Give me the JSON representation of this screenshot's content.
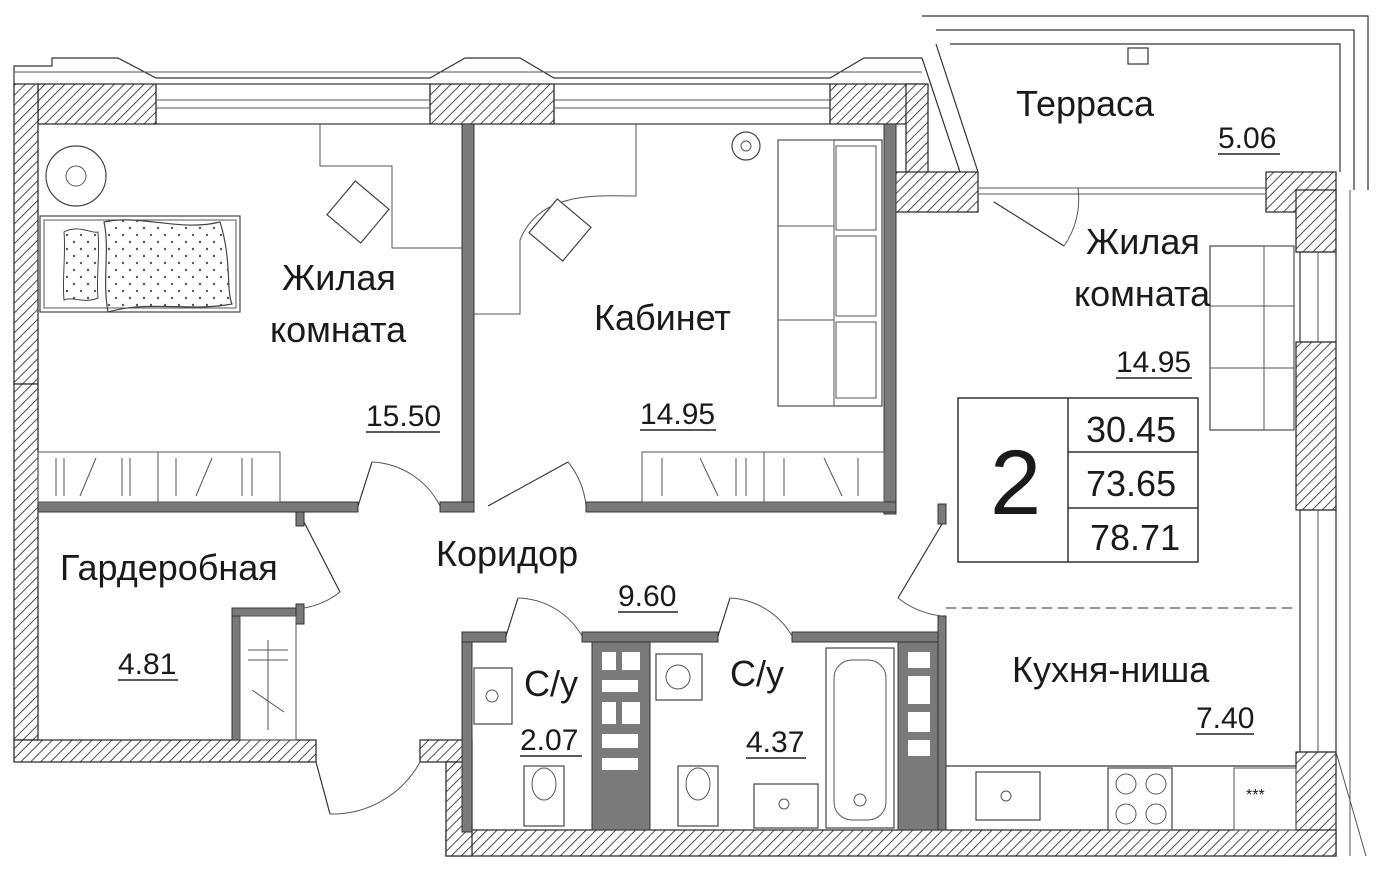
{
  "rooms": {
    "living1": {
      "name_line1": "Жилая",
      "name_line2": "комната",
      "area": "15.50"
    },
    "cabinet": {
      "name": "Кабинет",
      "area": "14.95"
    },
    "living2": {
      "name_line1": "Жилая",
      "name_line2": "комната",
      "area": "14.95"
    },
    "terrace": {
      "name": "Терраса",
      "area": "5.06"
    },
    "wardrobe": {
      "name": "Гардеробная",
      "area": "4.81"
    },
    "corridor": {
      "name": "Коридор",
      "area": "9.60"
    },
    "wc1": {
      "name": "С/у",
      "area": "2.07"
    },
    "wc2": {
      "name": "С/у",
      "area": "4.37"
    },
    "kitchen": {
      "name": "Кухня-ниша",
      "area": "7.40"
    }
  },
  "summary": {
    "room_count": "2",
    "living_area": "30.45",
    "total_area": "73.65",
    "total_with_terrace": "78.71"
  },
  "stove_label": "***",
  "colors": {
    "wall_hatch": "#222222",
    "solid_wall": "#7a7a7a",
    "line": "#333333"
  }
}
